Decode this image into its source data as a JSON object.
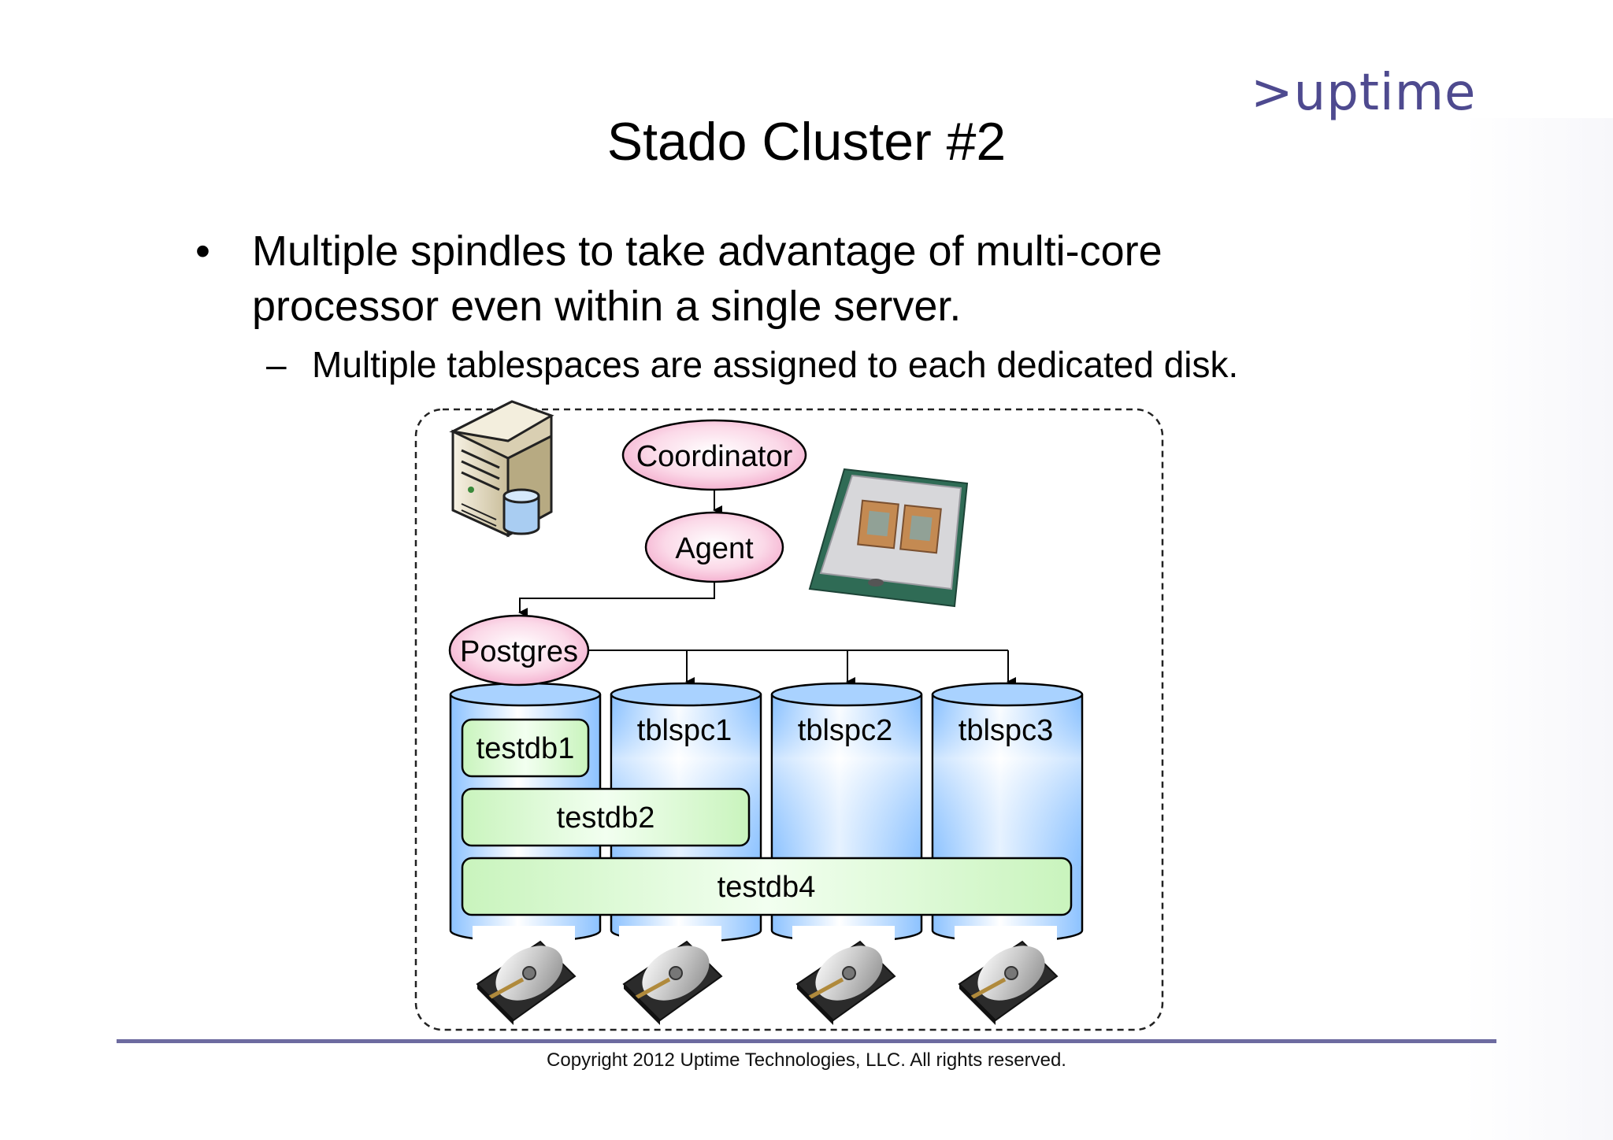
{
  "brand": {
    "logo_text": ">uptime",
    "color": "#4e4a8f"
  },
  "slide": {
    "title": "Stado Cluster #2",
    "bullets": [
      {
        "mark": "•",
        "text": "Multiple spindles to take advantage of multi-core processor even within a single server."
      },
      {
        "mark": "–",
        "text": "Multiple tablespaces are assigned to each dedicated disk."
      }
    ]
  },
  "diagram": {
    "nodes": {
      "coordinator": "Coordinator",
      "agent": "Agent",
      "postgres": "Postgres"
    },
    "tablespaces": [
      "tblspc1",
      "tblspc2",
      "tblspc3"
    ],
    "databases": {
      "testdb1": "testdb1",
      "testdb2": "testdb2",
      "testdb4": "testdb4"
    },
    "icons": [
      "server-icon",
      "cpu-chip-icon",
      "hard-disk-icon"
    ],
    "colors": {
      "node_fill": "#f7c6dd",
      "cylinder_fill": "#a9d2ff",
      "db_fill": "#d9f8d0"
    }
  },
  "footer": {
    "copyright": "Copyright 2012 Uptime Technologies, LLC. All rights reserved."
  }
}
